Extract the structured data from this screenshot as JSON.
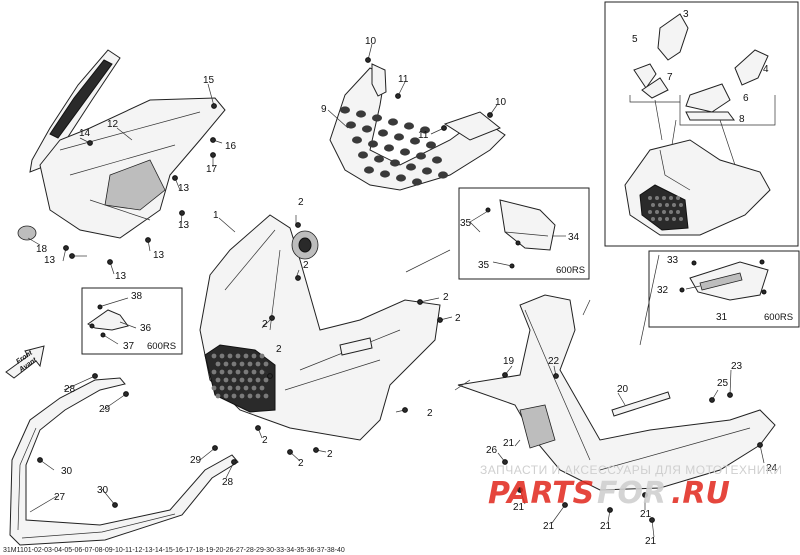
{
  "callouts": [
    {
      "id": "c1",
      "text": "1"
    },
    {
      "id": "c2a",
      "text": "2"
    },
    {
      "id": "c2b",
      "text": "2"
    },
    {
      "id": "c2c",
      "text": "2"
    },
    {
      "id": "c2d",
      "text": "2"
    },
    {
      "id": "c2e",
      "text": "2"
    },
    {
      "id": "c2f",
      "text": "2"
    },
    {
      "id": "c2g",
      "text": "2"
    },
    {
      "id": "c2h",
      "text": "2"
    },
    {
      "id": "c2i",
      "text": "2"
    },
    {
      "id": "c2j",
      "text": "2"
    },
    {
      "id": "c3",
      "text": "3"
    },
    {
      "id": "c4",
      "text": "4"
    },
    {
      "id": "c5",
      "text": "5"
    },
    {
      "id": "c6",
      "text": "6"
    },
    {
      "id": "c7",
      "text": "7"
    },
    {
      "id": "c8",
      "text": "8"
    },
    {
      "id": "c9",
      "text": "9"
    },
    {
      "id": "c10a",
      "text": "10"
    },
    {
      "id": "c10b",
      "text": "10"
    },
    {
      "id": "c11a",
      "text": "11"
    },
    {
      "id": "c11b",
      "text": "11"
    },
    {
      "id": "c12",
      "text": "12"
    },
    {
      "id": "c13a",
      "text": "13"
    },
    {
      "id": "c13b",
      "text": "13"
    },
    {
      "id": "c13c",
      "text": "13"
    },
    {
      "id": "c13d",
      "text": "13"
    },
    {
      "id": "c13e",
      "text": "13"
    },
    {
      "id": "c14",
      "text": "14"
    },
    {
      "id": "c15",
      "text": "15"
    },
    {
      "id": "c16",
      "text": "16"
    },
    {
      "id": "c17",
      "text": "17"
    },
    {
      "id": "c18",
      "text": "18"
    },
    {
      "id": "c19",
      "text": "19"
    },
    {
      "id": "c20",
      "text": "20"
    },
    {
      "id": "c21a",
      "text": "21"
    },
    {
      "id": "c21b",
      "text": "21"
    },
    {
      "id": "c21c",
      "text": "21"
    },
    {
      "id": "c21d",
      "text": "21"
    },
    {
      "id": "c21e",
      "text": "21"
    },
    {
      "id": "c21f",
      "text": "21"
    },
    {
      "id": "c22",
      "text": "22"
    },
    {
      "id": "c23",
      "text": "23"
    },
    {
      "id": "c24",
      "text": "24"
    },
    {
      "id": "c25",
      "text": "25"
    },
    {
      "id": "c26",
      "text": "26"
    },
    {
      "id": "c27",
      "text": "27"
    },
    {
      "id": "c28a",
      "text": "28"
    },
    {
      "id": "c28b",
      "text": "28"
    },
    {
      "id": "c29a",
      "text": "29"
    },
    {
      "id": "c29b",
      "text": "29"
    },
    {
      "id": "c30a",
      "text": "30"
    },
    {
      "id": "c30b",
      "text": "30"
    },
    {
      "id": "c31",
      "text": "31"
    },
    {
      "id": "c32",
      "text": "32"
    },
    {
      "id": "c33",
      "text": "33"
    },
    {
      "id": "c34",
      "text": "34"
    },
    {
      "id": "c35a",
      "text": "35"
    },
    {
      "id": "c35b",
      "text": "35"
    },
    {
      "id": "c36",
      "text": "36"
    },
    {
      "id": "c37",
      "text": "37"
    },
    {
      "id": "c38",
      "text": "38"
    }
  ],
  "boxes": {
    "box_600rs_left": "600RS",
    "box_600rs_center": "600RS",
    "box_600rs_right": "600RS"
  },
  "front_arrow": {
    "line1": "Front",
    "line2": "Avant"
  },
  "footer_code": "31M1101-02-03-04-05-06-07-08-09-10-11-12-13-14-15-16-17-18-19-20-26-27-28-29-30-33-34-35-36-37-38-40",
  "watermark": {
    "caption": "ЗАПЧАСТИ И АКСЕССУАРЫ ДЛЯ МОТОТЕХНИКИ",
    "logo_a": "PARTS",
    "logo_b": "FOR",
    "logo_c": ".RU"
  },
  "colors": {
    "line": "#222222",
    "watermark_red": "#e0261b",
    "watermark_gray": "#cfcfcf"
  }
}
